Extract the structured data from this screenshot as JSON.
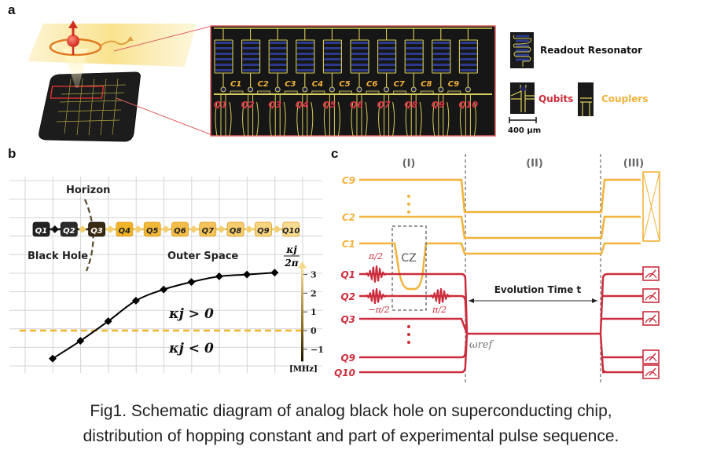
{
  "panels": {
    "a": {
      "label": "a",
      "qubit_labels": [
        "Q1",
        "Q2",
        "Q3",
        "Q4",
        "Q5",
        "Q6",
        "Q7",
        "Q8",
        "Q9",
        "Q10"
      ],
      "coupler_labels": [
        "C1",
        "C2",
        "C3",
        "C4",
        "C5",
        "C6",
        "C7",
        "C8",
        "C9"
      ],
      "legend": {
        "readout": "Readout Resonator",
        "qubits": "Qubits",
        "couplers": "Couplers",
        "scale_bar": "400 μm"
      }
    },
    "b": {
      "label": "b",
      "horizon": "Horizon",
      "black_hole": "Black Hole",
      "outer_space": "Outer Space",
      "chain_labels": [
        "Q1",
        "Q2",
        "Q3",
        "Q4",
        "Q5",
        "Q6",
        "Q7",
        "Q8",
        "Q9",
        "Q10"
      ],
      "axis_title_num": "κj",
      "axis_title_den": "2π",
      "axis_unit": "[MHz]",
      "positive_label": "κj > 0",
      "negative_label": "κj < 0"
    },
    "c": {
      "label": "c",
      "stages": [
        "(I)",
        "(II)",
        "(III)"
      ],
      "coupler_lines": [
        "C9",
        "C2",
        "C1"
      ],
      "qubit_lines": [
        "Q1",
        "Q2",
        "Q3",
        "Q9",
        "Q10"
      ],
      "cz_label": "CZ",
      "pulse_labels": {
        "q1_pre": "π/2",
        "q2_pre": "−π/2",
        "q2_post": "π/2"
      },
      "evolution_label": "Evolution Time  t",
      "omega_ref": "ωref",
      "colors": {
        "coupler": "#f3b23a",
        "qubit": "#cc2d3c",
        "divider": "#808080"
      }
    }
  },
  "chart_data": {
    "type": "line",
    "title": "",
    "xlabel": "",
    "ylabel": "κj / 2π [MHz]",
    "x": [
      1,
      2,
      3,
      4,
      5,
      6,
      7,
      8,
      9
    ],
    "values": [
      -1.5,
      -0.55,
      0.5,
      1.6,
      2.2,
      2.6,
      2.9,
      3.0,
      3.1
    ],
    "ylim": [
      -1.8,
      3.5
    ],
    "yticks": [
      -1,
      0,
      1,
      2,
      3
    ],
    "grid": true,
    "reference_line": 0,
    "legend": "none"
  },
  "caption": {
    "line1": "Fig1. Schematic diagram of analog black hole on superconducting chip,",
    "line2": "distribution of hopping constant and part of experimental pulse sequence."
  }
}
